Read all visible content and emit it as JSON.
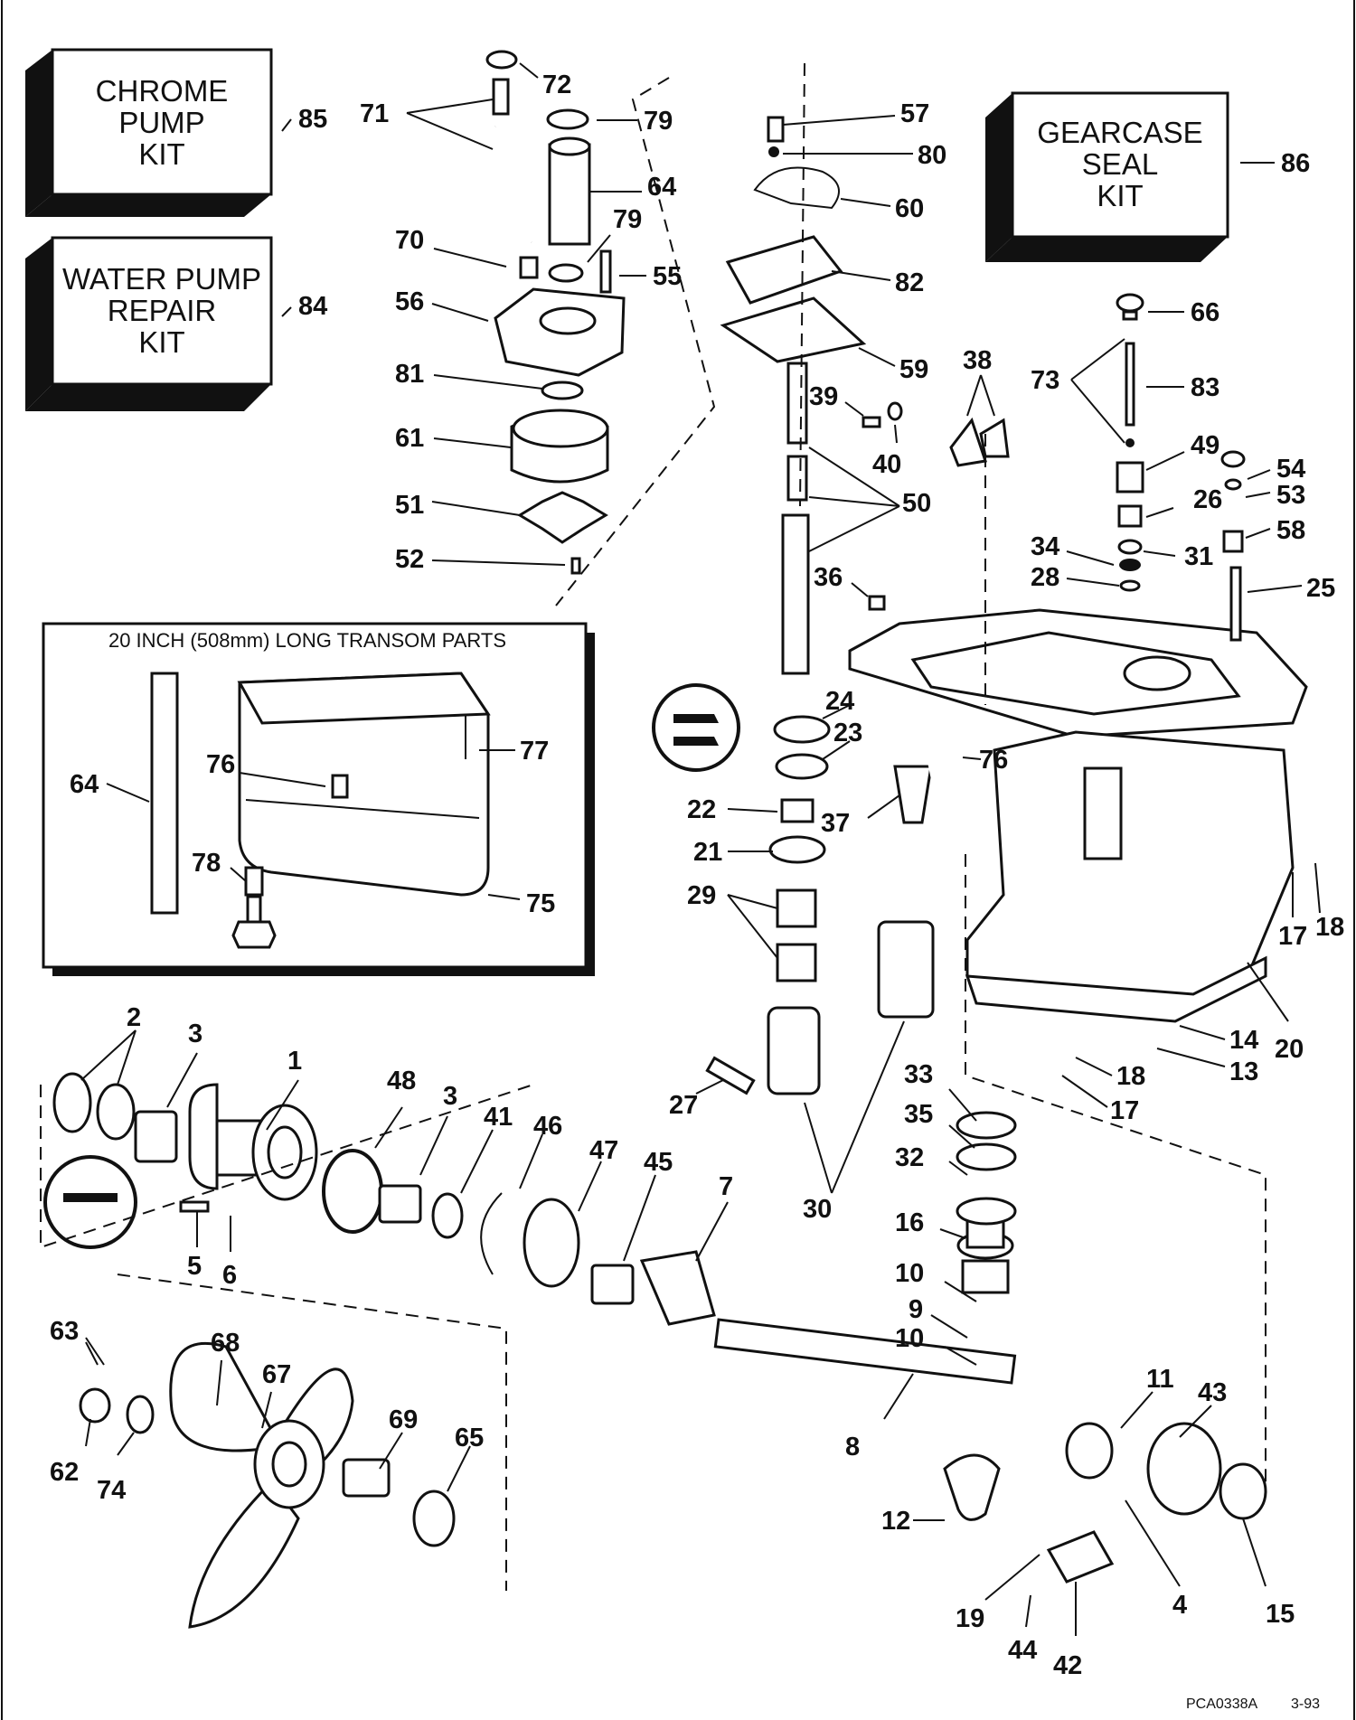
{
  "kits": {
    "chrome_pump": [
      "CHROME",
      "PUMP",
      "KIT"
    ],
    "water_pump": [
      "WATER PUMP",
      "REPAIR",
      "KIT"
    ],
    "gearcase_seal": [
      "GEARCASE",
      "SEAL",
      "KIT"
    ]
  },
  "inset_title": "20 INCH (508mm) LONG TRANSOM PARTS",
  "footer_code": "PCA0338A",
  "footer_date": "3-93",
  "callouts": [
    "85",
    "84",
    "86",
    "72",
    "71",
    "79",
    "64",
    "79",
    "70",
    "55",
    "56",
    "81",
    "61",
    "51",
    "52",
    "57",
    "80",
    "60",
    "82",
    "59",
    "39",
    "40",
    "50",
    "36",
    "38",
    "66",
    "73",
    "83",
    "49",
    "54",
    "26",
    "53",
    "58",
    "34",
    "31",
    "28",
    "25",
    "24",
    "23",
    "76",
    "37",
    "22",
    "21",
    "29",
    "18",
    "17",
    "20",
    "14",
    "13",
    "18",
    "17",
    "64",
    "76",
    "77",
    "78",
    "75",
    "2",
    "3",
    "1",
    "48",
    "3",
    "41",
    "46",
    "47",
    "45",
    "7",
    "5",
    "6",
    "27",
    "30",
    "33",
    "35",
    "32",
    "16",
    "10",
    "9",
    "10",
    "11",
    "43",
    "8",
    "12",
    "19",
    "44",
    "42",
    "4",
    "15",
    "63",
    "68",
    "67",
    "69",
    "65",
    "62",
    "74"
  ]
}
